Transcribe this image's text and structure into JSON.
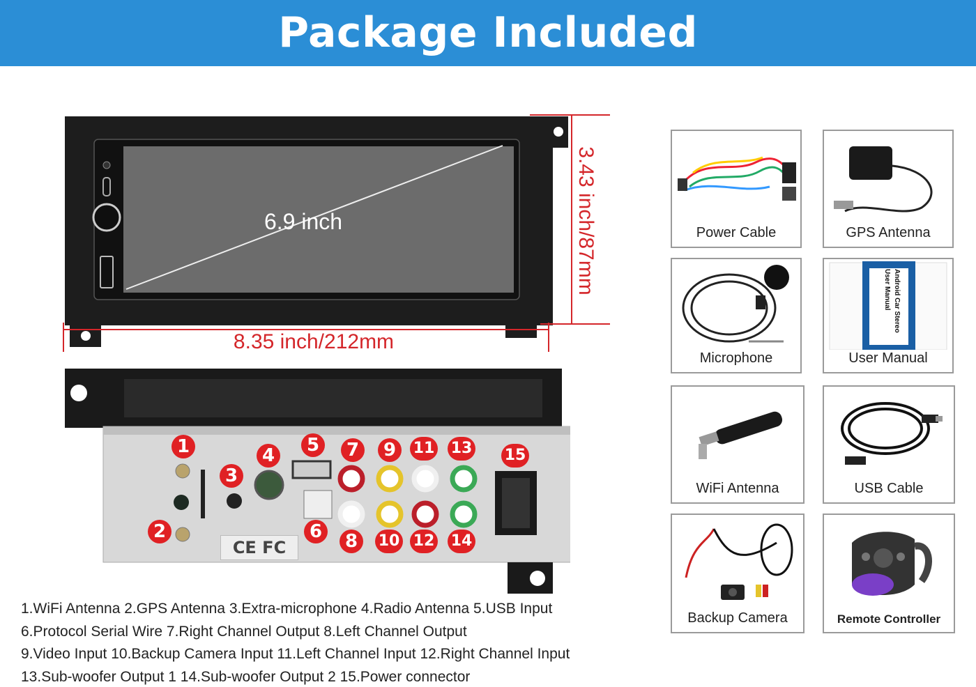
{
  "banner": {
    "title": "Package Included",
    "color": "#2b8ed6"
  },
  "front": {
    "screen_size": "6.9 inch",
    "width_dimension": "8.35 inch/212mm",
    "height_dimension": "3.43 inch/87mm",
    "dimension_color": "#d4262a"
  },
  "rear": {
    "port_numbers": [
      "1",
      "2",
      "3",
      "4",
      "5",
      "6",
      "7",
      "8",
      "9",
      "10",
      "11",
      "12",
      "13",
      "14",
      "15"
    ],
    "cert_mark": "CE FC"
  },
  "legend": {
    "lines": [
      "1.WiFi Antenna  2.GPS Antenna   3.Extra-microphone  4.Radio Antenna 5.USB Input",
      "6.Protocol Serial Wire  7.Right Channel Output  8.Left Channel Output",
      "9.Video Input  10.Backup Camera Input  11.Left Channel Input  12.Right Channel Input",
      "13.Sub-woofer Output 1  14.Sub-woofer Output 2  15.Power connector"
    ]
  },
  "accessories": [
    {
      "label": "Power Cable",
      "icon": "power-cable-icon"
    },
    {
      "label": "GPS Antenna",
      "icon": "gps-antenna-icon"
    },
    {
      "label": "Microphone",
      "icon": "microphone-icon"
    },
    {
      "label": "User Manual",
      "icon": "user-manual-icon",
      "manual_text": [
        "Android Car Stereo",
        "User Manual"
      ]
    },
    {
      "label": "WiFi Antenna",
      "icon": "wifi-antenna-icon"
    },
    {
      "label": "USB Cable",
      "icon": "usb-cable-icon"
    },
    {
      "label": "Backup Camera",
      "icon": "backup-camera-icon"
    },
    {
      "label": "Remote Controller",
      "icon": "remote-controller-icon"
    }
  ]
}
